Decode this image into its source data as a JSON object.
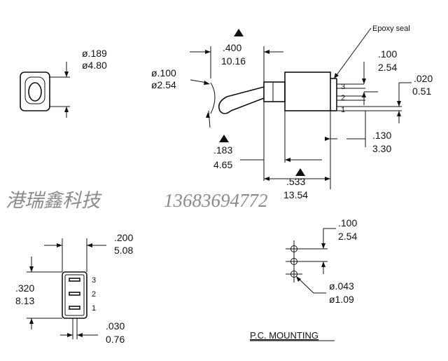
{
  "views": {
    "front": {
      "dia_in": "ø.189",
      "dia_mm": "ø4.80"
    },
    "side": {
      "callout": "Epoxy seal",
      "lever_dia_in": "ø.100",
      "lever_dia_mm": "ø2.54",
      "lever_len_in": ".400",
      "lever_len_mm": "10.16",
      "pitch_in": ".100",
      "pitch_mm": "2.54",
      "pin_thk_in": ".020",
      "pin_thk_mm": "0.51",
      "bushing_in": ".183",
      "bushing_mm": "4.65",
      "pin_len_in": ".130",
      "pin_len_mm": "3.30",
      "body_len_in": ".533",
      "body_len_mm": "13.54",
      "pins": [
        "3",
        "2",
        "1"
      ]
    },
    "bottom": {
      "width_in": ".200",
      "width_mm": "5.08",
      "height_in": ".320",
      "height_mm": "8.13",
      "pin_w_in": ".030",
      "pin_w_mm": "0.76",
      "pins": [
        "3",
        "2",
        "1"
      ]
    },
    "mounting": {
      "pitch_in": ".100",
      "pitch_mm": "2.54",
      "hole_in": "ø.043",
      "hole_mm": "ø1.09",
      "title": "P.C. MOUNTING"
    }
  },
  "watermark": {
    "company": "港瑞鑫科技",
    "phone": "13683694772"
  }
}
